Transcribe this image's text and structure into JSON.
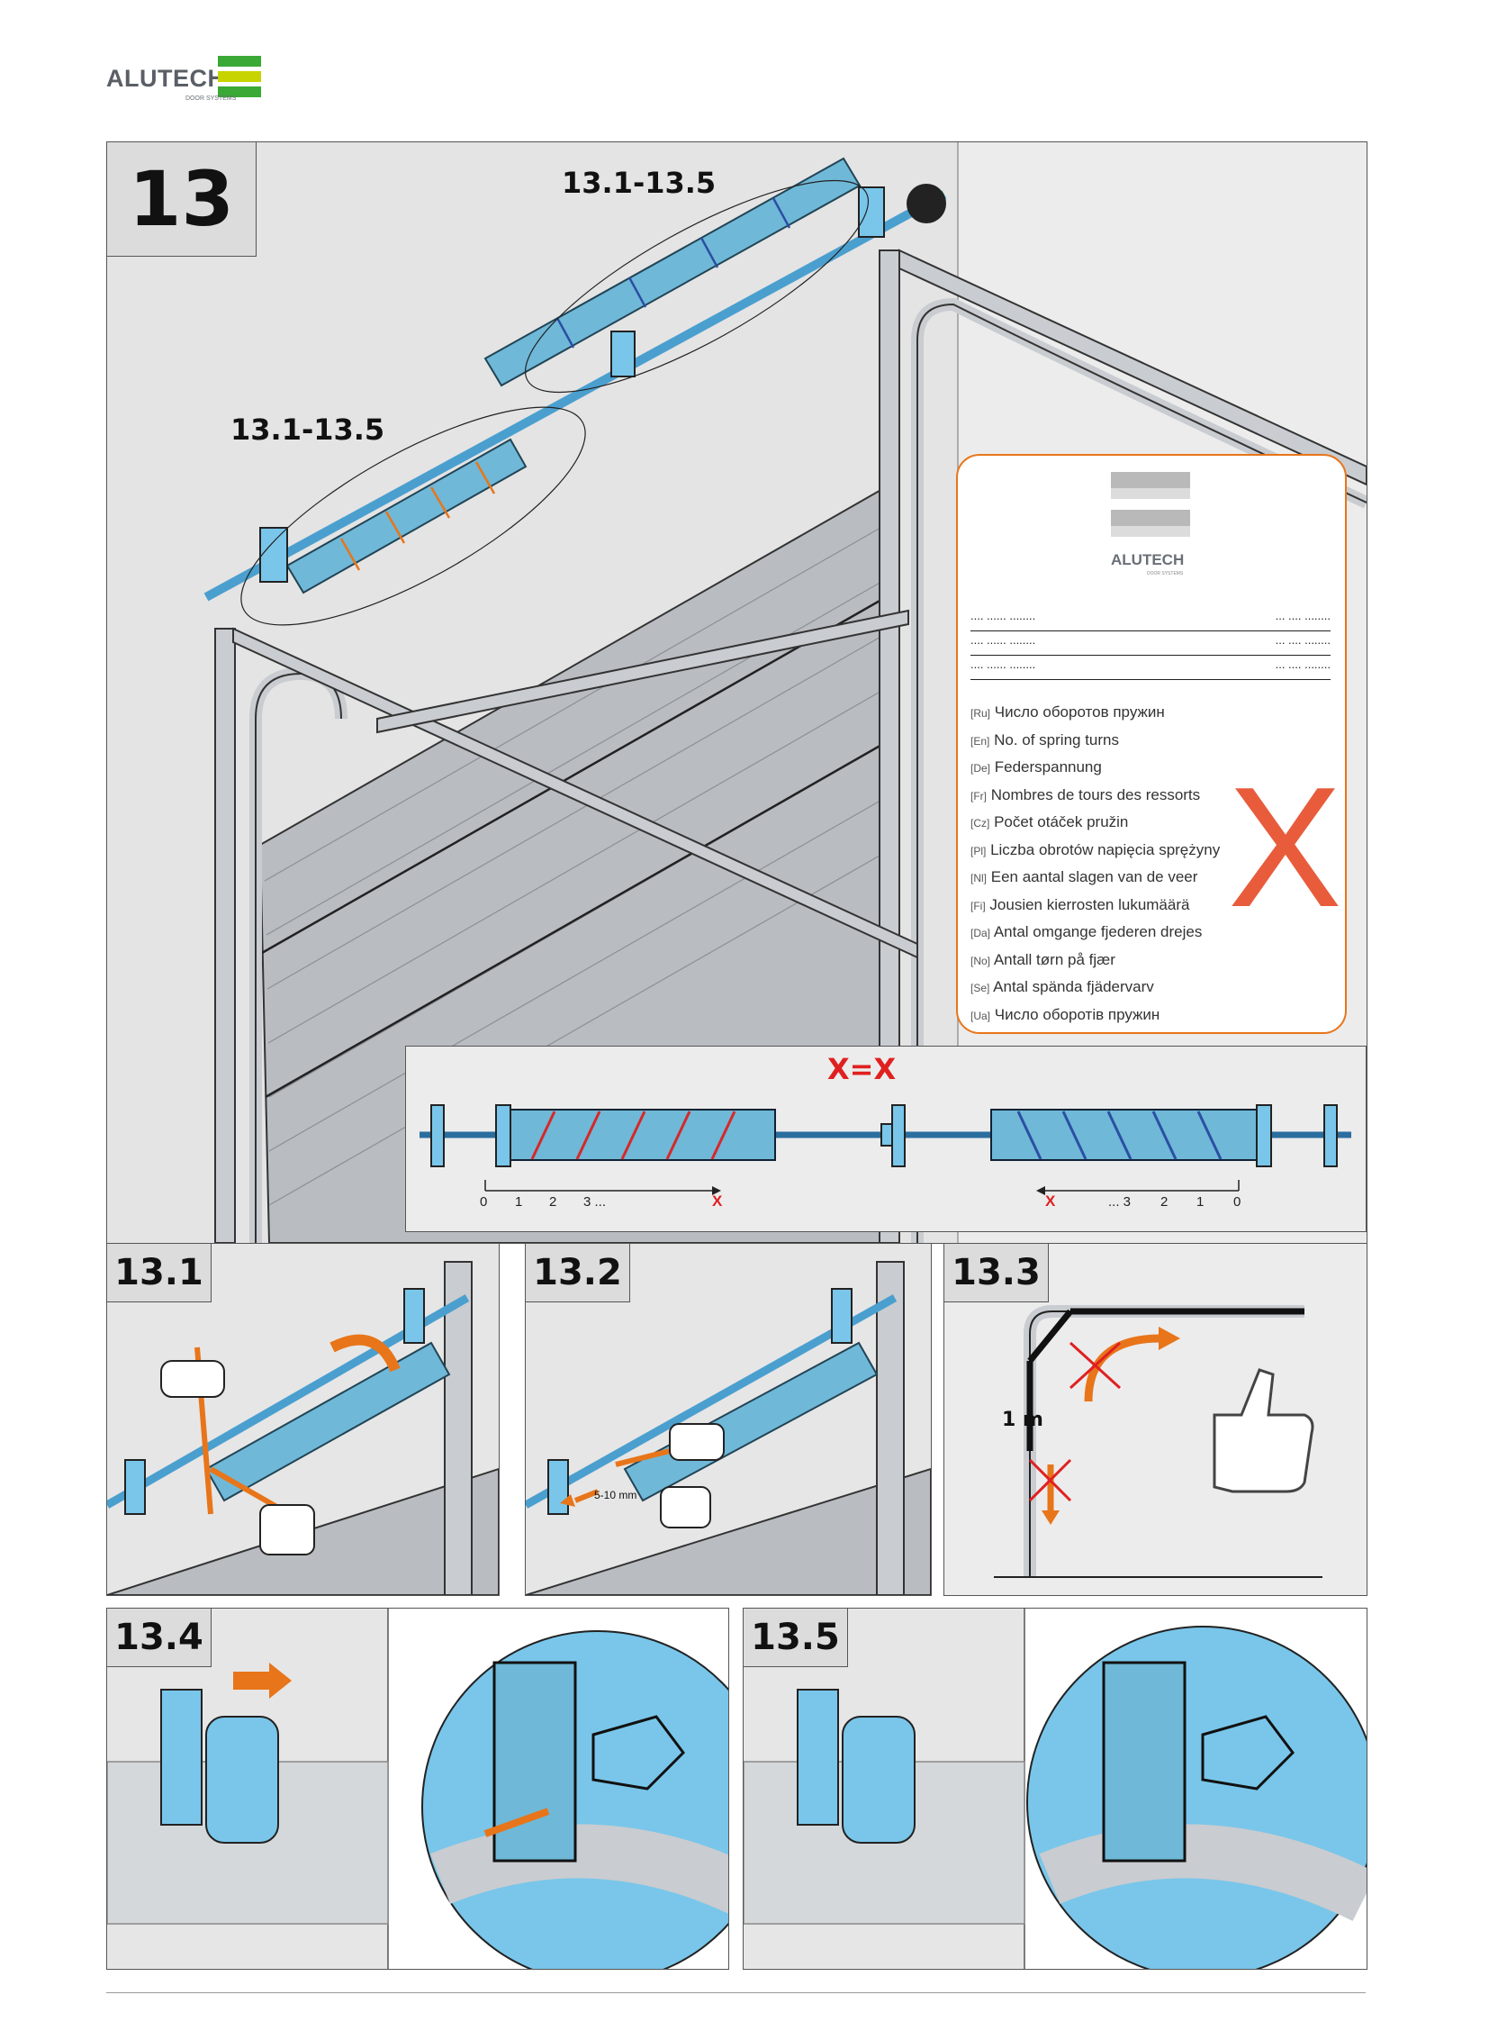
{
  "brand": {
    "name": "ALUTECH",
    "tagline": "DOOR SYSTEMS"
  },
  "colors": {
    "spring_blue": "#6fb8d8",
    "bracket_blue": "#79c6ea",
    "accent_orange": "#e8751a",
    "cross_red": "#e85c3c",
    "panel_grey": "#e6e6e6"
  },
  "main": {
    "step": "13",
    "label_right": "13.1-13.5",
    "label_left": "13.1-13.5"
  },
  "label_card": {
    "brand": "ALUTECH",
    "tagline": "DOOR SYSTEMS",
    "dotted_lines": [
      {
        "left": ".... ...... ........",
        "right": "... .... ........"
      },
      {
        "left": ".... ...... ........",
        "right": "... .... ........"
      },
      {
        "left": ".... ...... ........",
        "right": "... .... ........"
      }
    ],
    "languages": [
      {
        "code": "[Ru]",
        "text": "Число оборотов пружин"
      },
      {
        "code": "[En]",
        "text": "No. of spring turns"
      },
      {
        "code": "[De]",
        "text": "Federspannung"
      },
      {
        "code": "[Fr]",
        "text": "Nombres de tours des ressorts"
      },
      {
        "code": "[Cz]",
        "text": "Počet otáček pružin"
      },
      {
        "code": "[Pl]",
        "text": "Liczba obrotów napięcia sprężyny"
      },
      {
        "code": "[Nl]",
        "text": "Een aantal slagen van de veer"
      },
      {
        "code": "[Fi]",
        "text": "Jousien kierrosten lukumäärä"
      },
      {
        "code": "[Da]",
        "text": "Antal omgange fjederen drejes"
      },
      {
        "code": "[No]",
        "text": "Antall tørn på fjær"
      },
      {
        "code": "[Se]",
        "text": "Antal spända fjädervarv"
      },
      {
        "code": "[Ua]",
        "text": "Число оборотів пружин"
      }
    ],
    "mark": "X"
  },
  "equation": {
    "title": "X=X",
    "left_ticks": [
      "0",
      "1",
      "2",
      "3 ..."
    ],
    "left_x": "X",
    "right_x": "X",
    "right_ticks": [
      "... 3",
      "2",
      "1",
      "0"
    ]
  },
  "steps": [
    {
      "id": "13.1"
    },
    {
      "id": "13.2",
      "measure": "5-10 mm"
    },
    {
      "id": "13.3",
      "height": "1 m"
    },
    {
      "id": "13.4"
    },
    {
      "id": "13.5"
    }
  ]
}
